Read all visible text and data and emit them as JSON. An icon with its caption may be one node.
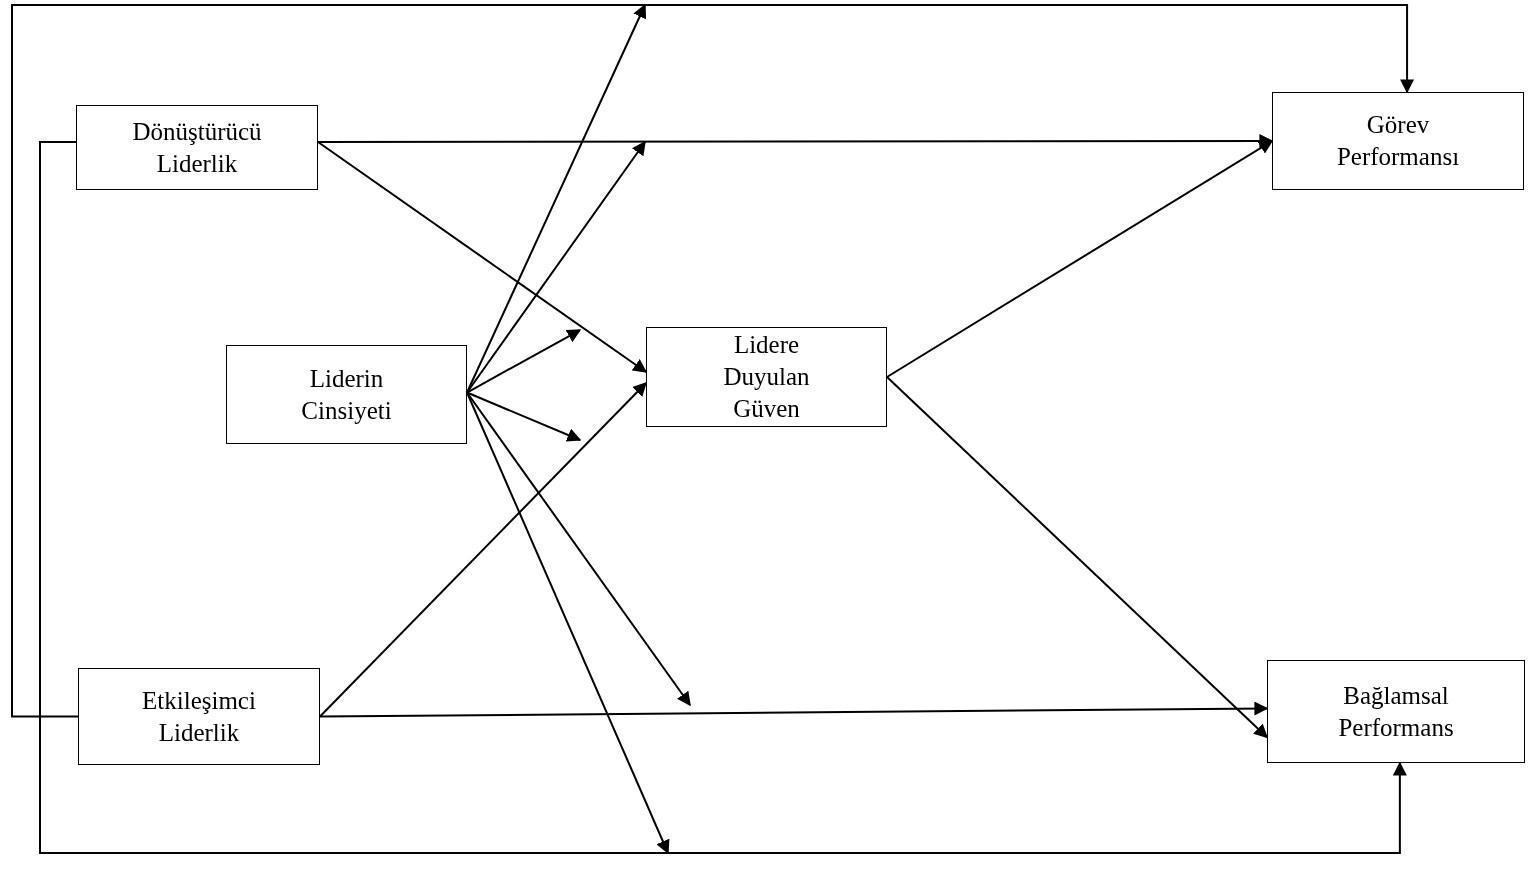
{
  "diagram": {
    "nodes": [
      {
        "text": [
          "Dönüştürücü Liderlik"
        ]
      },
      {
        "text": [
          "Görev Performansı"
        ]
      },
      {
        "text": [
          "Liderin Cinsiyeti"
        ]
      },
      {
        "text": [
          "Lidere Duyulan Güven"
        ]
      },
      {
        "text": [
          "Etkileşimci Liderlik"
        ]
      },
      {
        "text": [
          "Bağlamsal Performans"
        ]
      }
    ],
    "edges": [
      {
        "from": 0,
        "to": 1,
        "arrow": "to"
      },
      {
        "from": 0,
        "to": 3,
        "arrow": "to"
      },
      {
        "from": 4,
        "to": 3,
        "arrow": "to"
      },
      {
        "from": 4,
        "to": 5,
        "arrow": "to"
      },
      {
        "from": 3,
        "to": 1,
        "arrow": "to"
      },
      {
        "from": 3,
        "to": 5,
        "arrow": "to"
      },
      {
        "from": 0,
        "to": 5,
        "arrow": "to"
      },
      {
        "from": 4,
        "to": 1,
        "arrow": "to"
      },
      {
        "from": 2,
        "to": null,
        "arrow": "to"
      },
      {
        "from": 2,
        "to": null,
        "arrow": "to"
      },
      {
        "from": 2,
        "to": null,
        "arrow": "to"
      },
      {
        "from": 2,
        "to": null,
        "arrow": "to"
      },
      {
        "from": 2,
        "to": null,
        "arrow": "to"
      },
      {
        "from": 2,
        "to": null,
        "arrow": "to"
      }
    ]
  }
}
